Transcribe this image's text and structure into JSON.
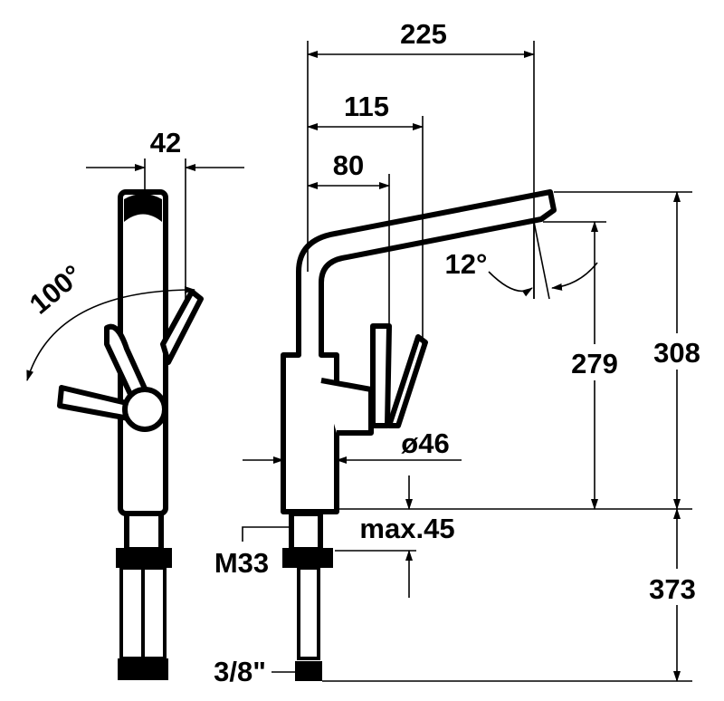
{
  "title": "Kitchen faucet dimension drawing",
  "side_view": {
    "width_label": "42",
    "rotation_angle_label": "100°"
  },
  "front_view": {
    "reach_total": "225",
    "reach_handle_back": "115",
    "reach_handle_front": "80",
    "spout_angle": "12°",
    "outlet_height": "279",
    "total_height": "308",
    "body_diameter": "ø46",
    "max_worktop_thickness": "max.45",
    "thread_size": "M33",
    "hose_length": "373",
    "hose_connection": "3/8\""
  },
  "colors": {
    "line": "#000000",
    "background": "#ffffff"
  }
}
